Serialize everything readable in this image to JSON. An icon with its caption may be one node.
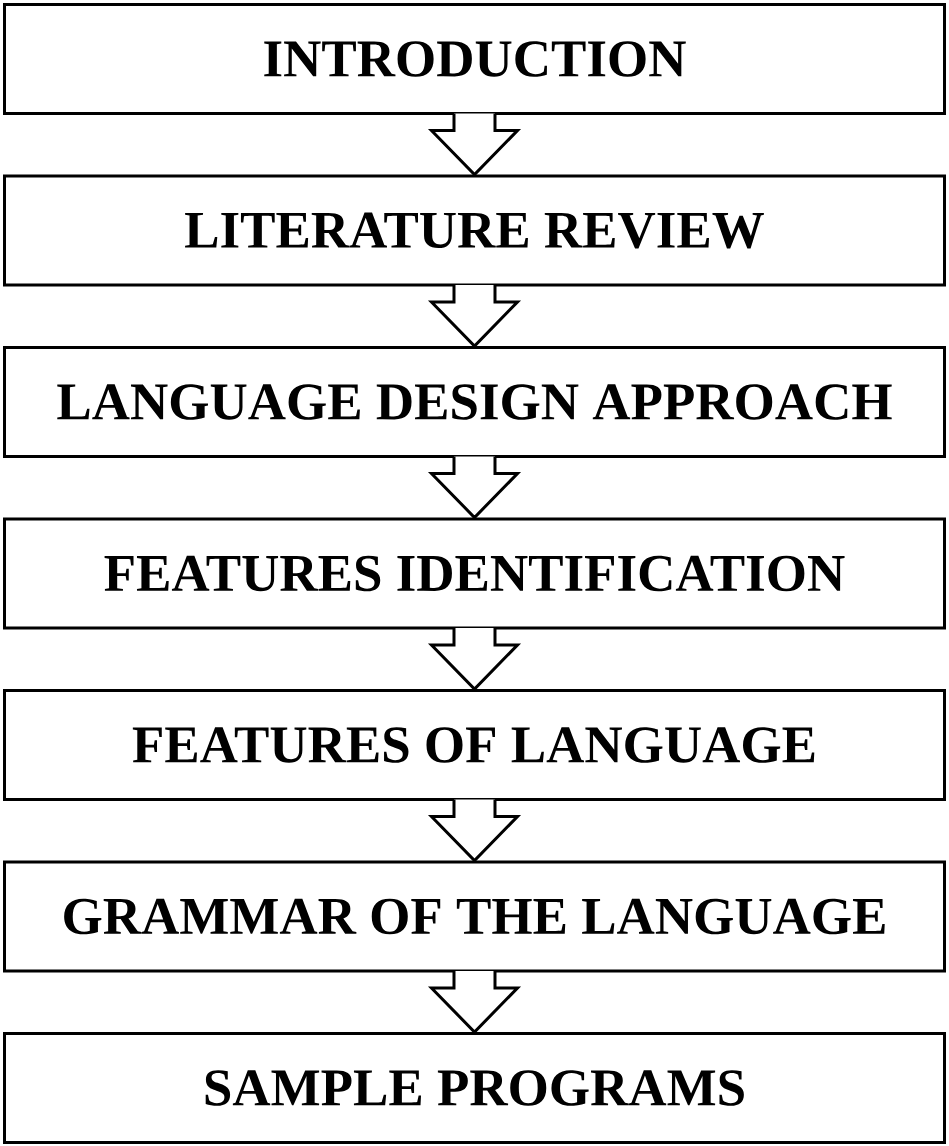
{
  "diagram": {
    "nodes": [
      {
        "text": [
          "INTRODUCTION"
        ]
      },
      {
        "text": [
          "LITERATURE REVIEW"
        ]
      },
      {
        "text": [
          "LANGUAGE DESIGN APPROACH"
        ]
      },
      {
        "text": [
          "FEATURES IDENTIFICATION"
        ]
      },
      {
        "text": [
          "FEATURES OF LANGUAGE"
        ]
      },
      {
        "text": [
          "GRAMMAR OF THE LANGUAGE"
        ]
      },
      {
        "text": [
          "SAMPLE PROGRAMS"
        ]
      }
    ],
    "edges": [
      {
        "from": 0,
        "to": 1,
        "arrow": "to"
      },
      {
        "from": 1,
        "to": 2,
        "arrow": "to"
      },
      {
        "from": 2,
        "to": 3,
        "arrow": "to"
      },
      {
        "from": 3,
        "to": 4,
        "arrow": "to"
      },
      {
        "from": 4,
        "to": 5,
        "arrow": "to"
      },
      {
        "from": 5,
        "to": 6,
        "arrow": "to"
      }
    ]
  }
}
